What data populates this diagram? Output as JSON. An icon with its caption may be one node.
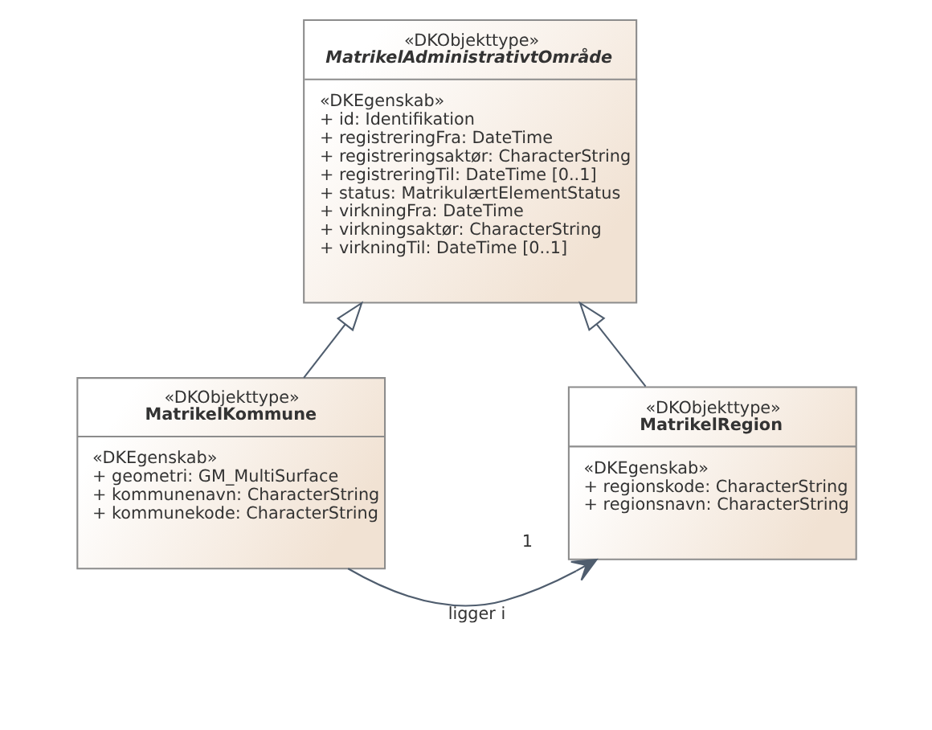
{
  "diagram": {
    "nodes": [
      {
        "text": [
          "«DKObjekttype»",
          "MatrikelAdministrativtOmråde",
          "«DKEgenskab»",
          "+ id: Identifikation",
          "+ registreringFra: DateTime",
          "+ registreringsaktør: CharacterString",
          "+ registreringTil: DateTime [0..1]",
          "+ status: MatrikulærtElementStatus",
          "+ virkningFra: DateTime",
          "+ virkningsaktør: CharacterString",
          "+ virkningTil: DateTime [0..1]"
        ]
      },
      {
        "text": [
          "«DKObjekttype»",
          "MatrikelKommune",
          "«DKEgenskab»",
          "+ geometri: GM_MultiSurface",
          "+ kommunenavn: CharacterString",
          "+ kommunekode: CharacterString"
        ]
      },
      {
        "text": [
          "«DKObjekttype»",
          "MatrikelRegion",
          "«DKEgenskab»",
          "+ regionskode: CharacterString",
          "+ regionsnavn: CharacterString"
        ]
      }
    ],
    "edges": [
      {
        "from": 1,
        "to": 0,
        "arrow": "to"
      },
      {
        "from": 2,
        "to": 0,
        "arrow": "to"
      },
      {
        "from": 1,
        "to": 2,
        "arrow": "to",
        "label": "ligger i"
      }
    ],
    "labels": [
      "1"
    ]
  }
}
